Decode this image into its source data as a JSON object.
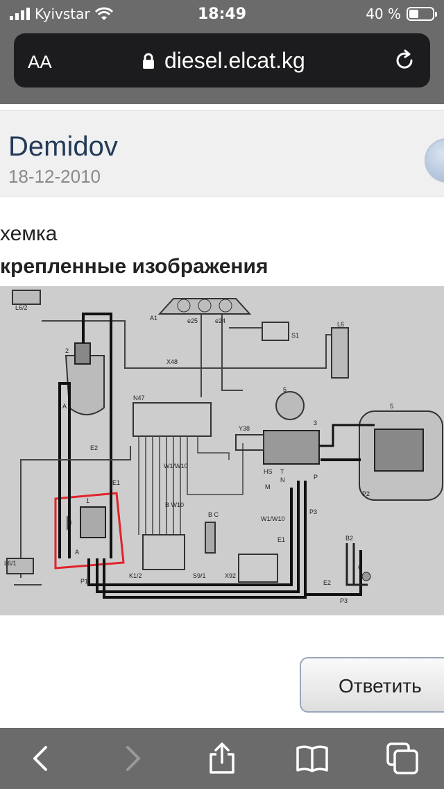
{
  "status_bar": {
    "carrier": "Kyivstar",
    "time": "18:49",
    "battery": "40 %",
    "battery_level": 0.4
  },
  "browser": {
    "text_size_label": "AA",
    "url": "diesel.elcat.kg"
  },
  "post": {
    "author": "Demidov",
    "date": "18-12-2010",
    "message": "хемка",
    "attachments_heading": "крепленные изображения"
  },
  "diagram_labels": {
    "a1": "A1",
    "e25": "e25",
    "e24": "e24",
    "s1": "S1",
    "l6": "L6",
    "l62": "L6/2",
    "x48": "X48",
    "n47": "N47",
    "y38": "Y38",
    "n3": "3",
    "n5": "5",
    "n2": "2",
    "hs": "HS",
    "t": "T",
    "n": "N",
    "m": "M",
    "p": "P",
    "p2": "P2",
    "p3a": "P3",
    "e2a": "E2",
    "e1a": "E1",
    "w1w10a": "W1/W10",
    "w1w10b": "W1/W10",
    "e1b": "E1",
    "k12": "K1/2",
    "s91": "S9/1",
    "x92": "X92",
    "l61": "L6/1",
    "p1": "P1",
    "b2": "B2",
    "n6": "6",
    "e2b": "E2",
    "p3b": "P3",
    "a": "A",
    "a2": "A",
    "one": "1",
    "bw10": "B W10",
    "bc": "B C"
  },
  "reply_button": "Ответить",
  "icons": [
    "signal-icon",
    "wifi-icon",
    "battery-icon",
    "lock-icon",
    "reload-icon",
    "back-icon",
    "forward-icon",
    "share-icon",
    "bookmarks-icon",
    "tabs-icon"
  ]
}
